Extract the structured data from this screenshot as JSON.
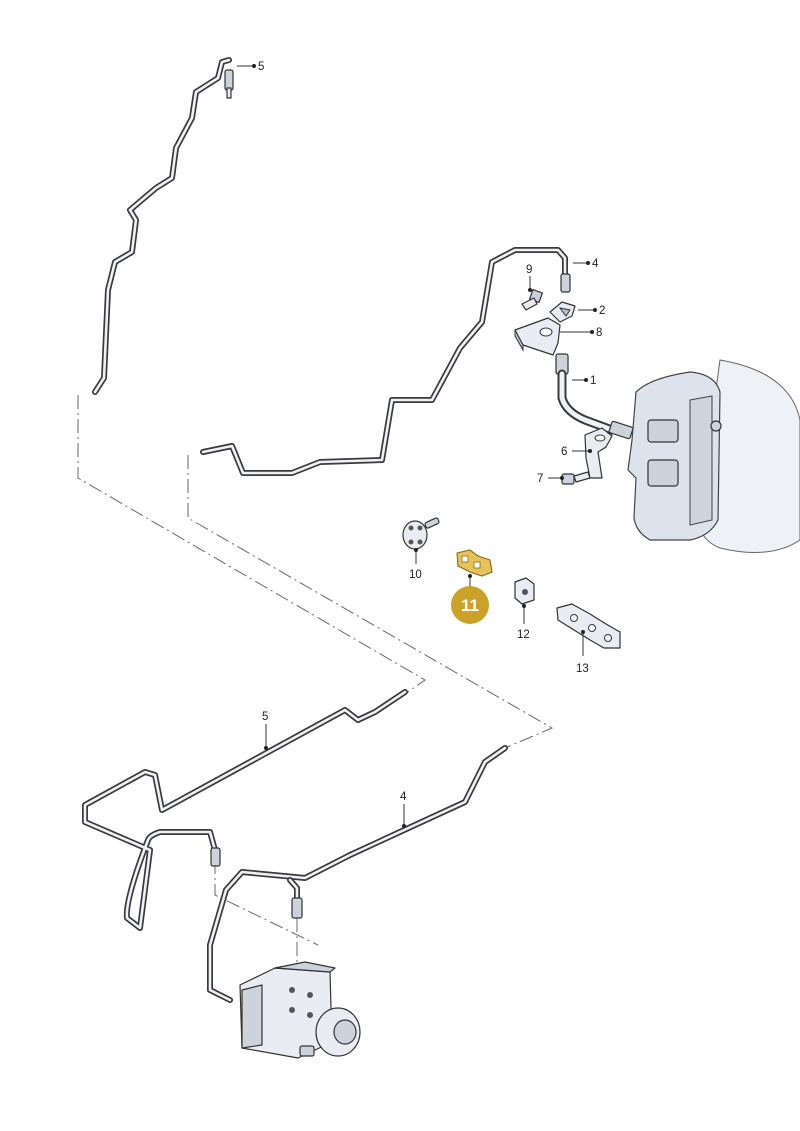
{
  "callouts": {
    "c1": "1",
    "c2": "2",
    "c4_top": "4",
    "c4_bottom": "4",
    "c5_top": "5",
    "c5_bottom": "5",
    "c6": "6",
    "c7": "7",
    "c8": "8",
    "c9": "9",
    "c10": "10",
    "c11": "11",
    "c12": "12",
    "c13": "13"
  },
  "colors": {
    "highlight": "#c9a227",
    "pipe": "#3a3a3a",
    "part_fill": "#e9edf3"
  }
}
